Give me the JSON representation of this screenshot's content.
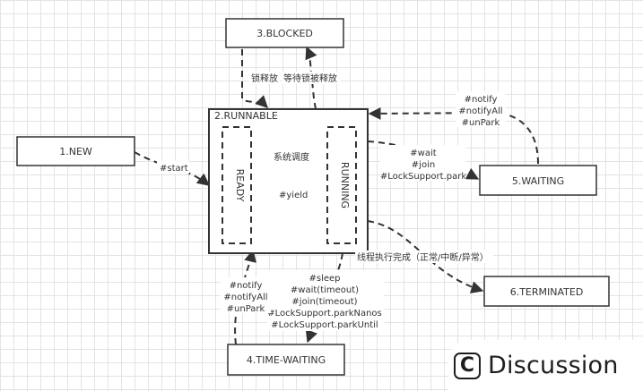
{
  "states": {
    "new": "1.NEW",
    "runnable": "2.RUNNABLE",
    "blocked": "3.BLOCKED",
    "time_waiting": "4.TIME-WAITING",
    "waiting": "5.WAITING",
    "terminated": "6.TERMINATED",
    "ready": "READY",
    "running": "RUNNING"
  },
  "transitions": {
    "start": "#start",
    "lock_release": "锁释放",
    "wait_lock": "等待锁被释放",
    "schedule": "系统调度",
    "yield": "#yield",
    "waiting_in": [
      "#wait",
      "#join",
      "#LockSupport.park"
    ],
    "waiting_out": [
      "#notify",
      "#notifyAll",
      "#unPark"
    ],
    "finished": "线程执行完成（正常/中断/异常）",
    "timed_in": [
      "#sleep",
      "#wait(timeout)",
      "#join(timeout)",
      "#LockSupport.parkNanos",
      "#LockSupport.parkUntil"
    ],
    "timed_out": [
      "#notify",
      "#notifyAll",
      "#unPark"
    ]
  },
  "badge": {
    "icon": "C",
    "text": "Discussion"
  }
}
